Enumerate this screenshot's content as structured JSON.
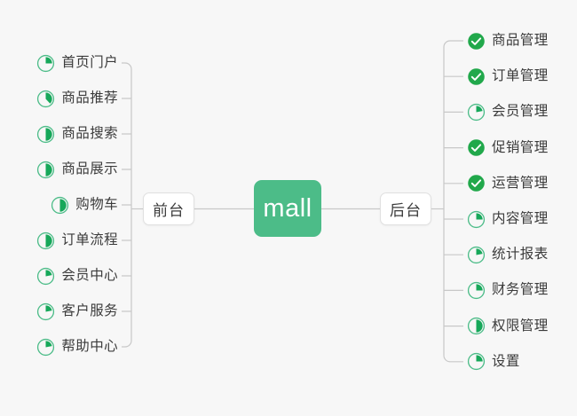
{
  "diagram": {
    "type": "mind-map",
    "background_color": "#f7f7f7",
    "accent_color": "#4cbc88",
    "done_color": "#21a84b",
    "line_color": "#c8c8c8",
    "text_color": "#3b3b3b",
    "root": {
      "label": "mall",
      "color": "#4cbc88",
      "text_color": "#ffffff"
    },
    "branches": [
      {
        "id": "frontend",
        "label": "前台",
        "side": "left"
      },
      {
        "id": "backend",
        "label": "后台",
        "side": "right"
      }
    ]
  },
  "frontend_items": [
    {
      "label": "首页门户",
      "status": "partial",
      "progress": 25
    },
    {
      "label": "商品推荐",
      "status": "partial",
      "progress": 38
    },
    {
      "label": "商品搜索",
      "status": "partial",
      "progress": 50
    },
    {
      "label": "商品展示",
      "status": "partial",
      "progress": 50
    },
    {
      "label": "购物车",
      "status": "partial",
      "progress": 50
    },
    {
      "label": "订单流程",
      "status": "partial",
      "progress": 50
    },
    {
      "label": "会员中心",
      "status": "partial",
      "progress": 22
    },
    {
      "label": "客户服务",
      "status": "partial",
      "progress": 22
    },
    {
      "label": "帮助中心",
      "status": "partial",
      "progress": 22
    }
  ],
  "backend_items": [
    {
      "label": "商品管理",
      "status": "done",
      "progress": 100
    },
    {
      "label": "订单管理",
      "status": "done",
      "progress": 100
    },
    {
      "label": "会员管理",
      "status": "partial",
      "progress": 22
    },
    {
      "label": "促销管理",
      "status": "done",
      "progress": 100
    },
    {
      "label": "运营管理",
      "status": "done",
      "progress": 100
    },
    {
      "label": "内容管理",
      "status": "partial",
      "progress": 25
    },
    {
      "label": "统计报表",
      "status": "partial",
      "progress": 22
    },
    {
      "label": "财务管理",
      "status": "partial",
      "progress": 25
    },
    {
      "label": "权限管理",
      "status": "partial",
      "progress": 50
    },
    {
      "label": "设置",
      "status": "partial",
      "progress": 25
    }
  ],
  "icons": {
    "partial_name": "pie-progress-icon",
    "done_name": "check-circle-icon"
  }
}
